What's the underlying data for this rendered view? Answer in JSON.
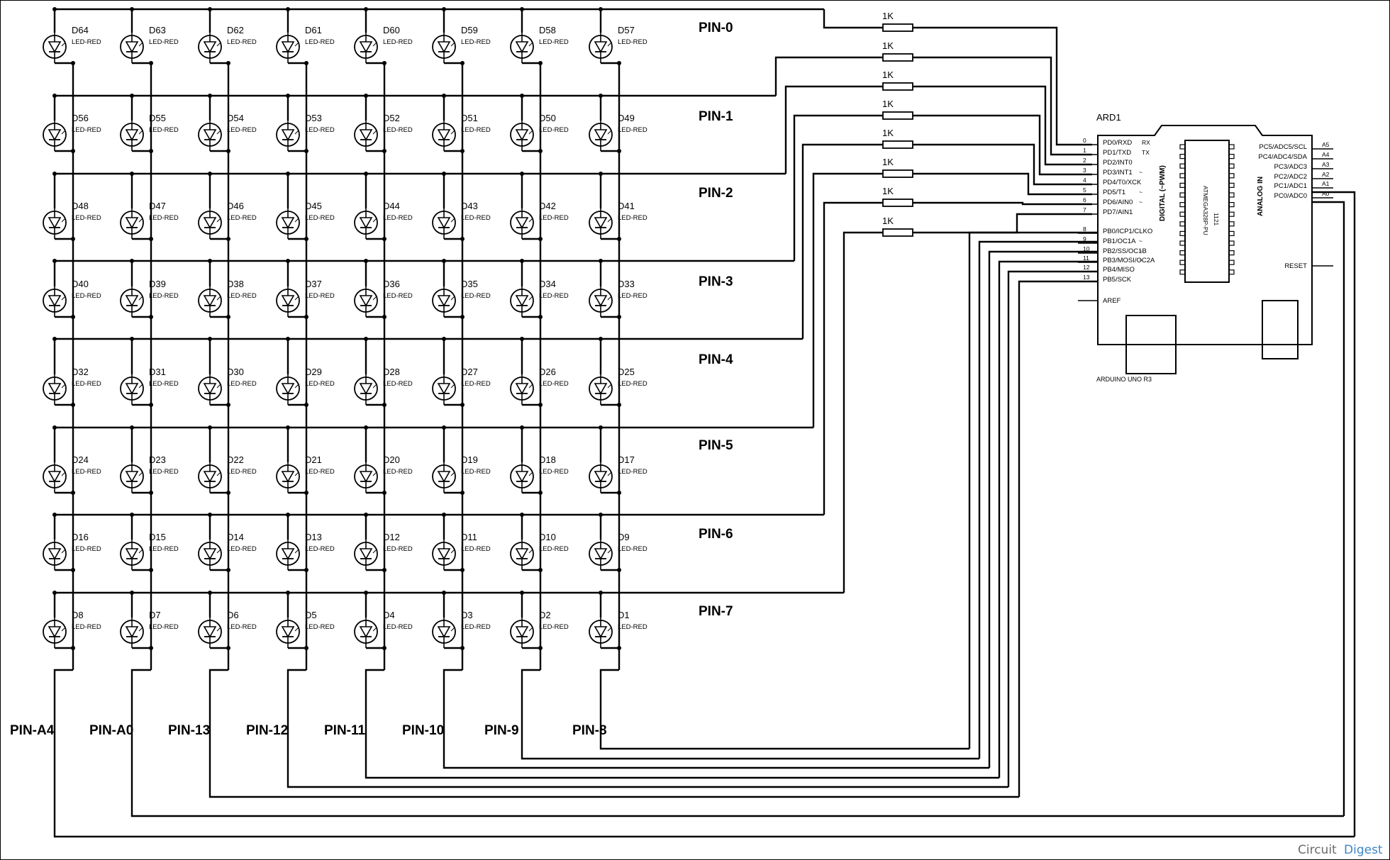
{
  "diagram": {
    "row_pins": [
      "PIN-0",
      "PIN-1",
      "PIN-2",
      "PIN-3",
      "PIN-4",
      "PIN-5",
      "PIN-6",
      "PIN-7"
    ],
    "column_pins": [
      "PIN-A4",
      "PIN-A0",
      "PIN-13",
      "PIN-12",
      "PIN-11",
      "PIN-10",
      "PIN-9",
      "PIN-8"
    ],
    "led_labels": [
      [
        "D64",
        "D63",
        "D62",
        "D61",
        "D60",
        "D59",
        "D58",
        "D57"
      ],
      [
        "D56",
        "D55",
        "D54",
        "D53",
        "D52",
        "D51",
        "D50",
        "D49"
      ],
      [
        "D48",
        "D47",
        "D46",
        "D45",
        "D44",
        "D43",
        "D42",
        "D41"
      ],
      [
        "D40",
        "D39",
        "D38",
        "D37",
        "D36",
        "D35",
        "D34",
        "D33"
      ],
      [
        "D32",
        "D31",
        "D30",
        "D29",
        "D28",
        "D27",
        "D26",
        "D25"
      ],
      [
        "D24",
        "D23",
        "D22",
        "D21",
        "D20",
        "D19",
        "D18",
        "D17"
      ],
      [
        "D16",
        "D15",
        "D14",
        "D13",
        "D12",
        "D11",
        "D10",
        "D9"
      ],
      [
        "D8",
        "D7",
        "D6",
        "D5",
        "D4",
        "D3",
        "D2",
        "D1"
      ]
    ],
    "led_type": "LED-RED",
    "resistor_label": "1K",
    "arduino": {
      "ref": "ARD1",
      "name": "ARDUINO UNO R3",
      "chip": "ATMEGA328P-PU",
      "chip_code": "1121",
      "digital_title": "DIGITAL (~PWM)",
      "analog_title": "ANALOG IN",
      "digital_pins": [
        {
          "num": "0",
          "name": "PD0/RXD",
          "tag": "RX"
        },
        {
          "num": "1",
          "name": "PD1/TXD",
          "tag": "TX"
        },
        {
          "num": "2",
          "name": "PD2/INT0",
          "tag": ""
        },
        {
          "num": "3",
          "name": "PD3/INT1",
          "tag": "~"
        },
        {
          "num": "4",
          "name": "PD4/T0/XCK",
          "tag": ""
        },
        {
          "num": "5",
          "name": "PD5/T1",
          "tag": "~"
        },
        {
          "num": "6",
          "name": "PD6/AIN0",
          "tag": "~"
        },
        {
          "num": "7",
          "name": "PD7/AIN1",
          "tag": ""
        },
        {
          "num": "8",
          "name": "PB0/ICP1/CLKO",
          "tag": ""
        },
        {
          "num": "9",
          "name": "PB1/OC1A",
          "tag": "~"
        },
        {
          "num": "10",
          "name": "PB2/SS/OC1B",
          "tag": "~"
        },
        {
          "num": "11",
          "name": "PB3/MOSI/OC2A",
          "tag": "~"
        },
        {
          "num": "12",
          "name": "PB4/MISO",
          "tag": ""
        },
        {
          "num": "13",
          "name": "PB5/SCK",
          "tag": ""
        }
      ],
      "aref": "AREF",
      "analog_pins": [
        {
          "num": "A5",
          "name": "PC5/ADC5/SCL"
        },
        {
          "num": "A4",
          "name": "PC4/ADC4/SDA"
        },
        {
          "num": "A3",
          "name": "PC3/ADC3"
        },
        {
          "num": "A2",
          "name": "PC2/ADC2"
        },
        {
          "num": "A1",
          "name": "PC1/ADC1"
        },
        {
          "num": "A0",
          "name": "PC0/ADC0"
        }
      ],
      "reset": "RESET"
    },
    "brand": {
      "part1": "Circuit",
      "part2": "Digest"
    }
  }
}
